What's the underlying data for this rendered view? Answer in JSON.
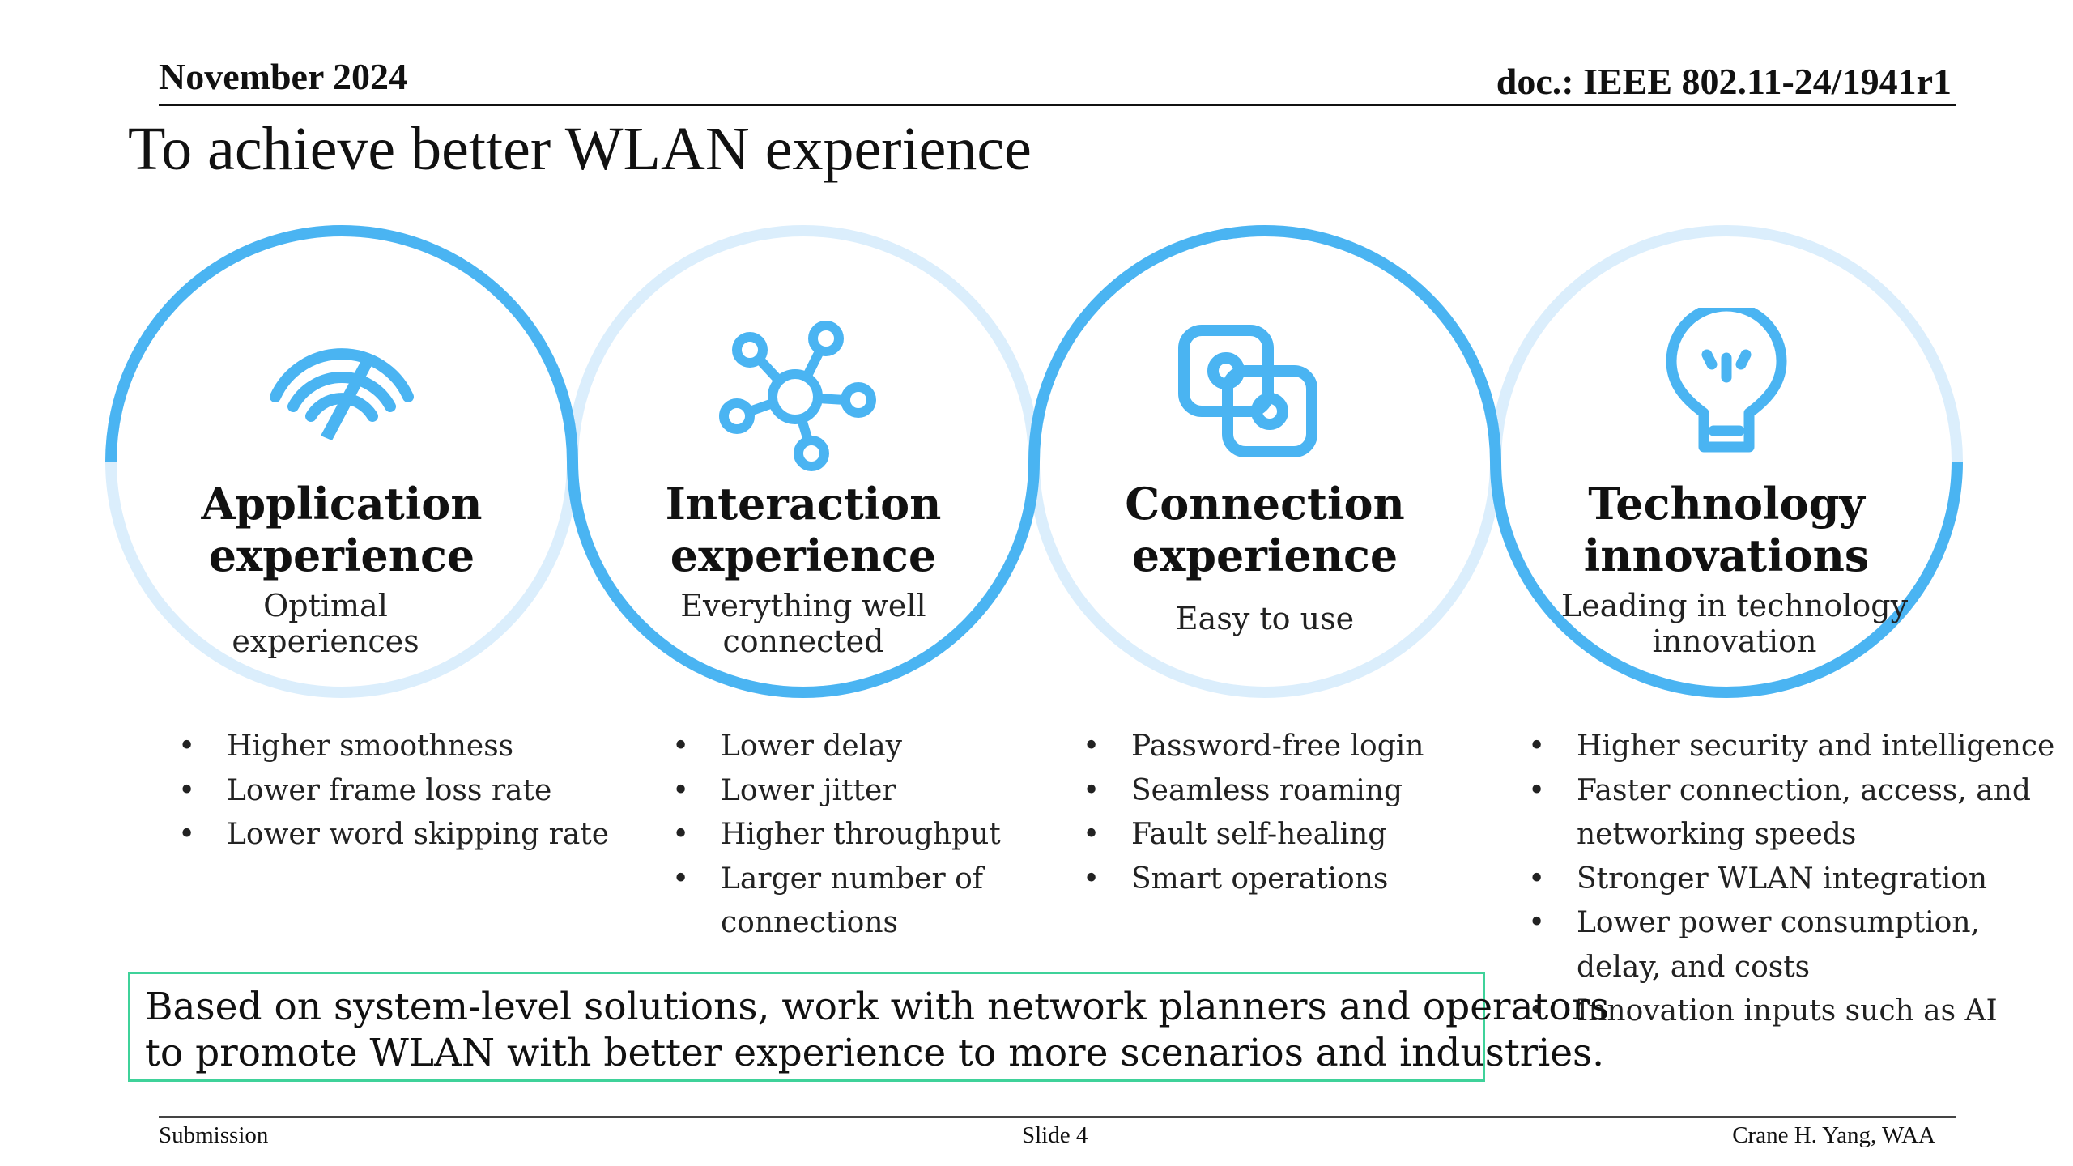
{
  "header": {
    "date": "November 2024",
    "doc": "doc.: IEEE 802.11-24/1941r1"
  },
  "title": "To achieve better WLAN experience",
  "colors": {
    "ring_dark": "#4ab4f2",
    "ring_light": "#dbeefc",
    "box_border": "#3fd29a"
  },
  "columns": [
    {
      "icon": "speedometer-icon",
      "heading": [
        "Application",
        "experience"
      ],
      "subtitle": [
        "Optimal",
        "experiences"
      ],
      "bullets": [
        "Higher smoothness",
        "Lower frame loss rate",
        "Lower word skipping rate"
      ]
    },
    {
      "icon": "network-hub-icon",
      "heading": [
        "Interaction",
        "experience"
      ],
      "subtitle": [
        "Everything well",
        "connected"
      ],
      "bullets": [
        "Lower delay",
        "Lower jitter",
        "Higher throughput",
        "Larger number of",
        "connections"
      ]
    },
    {
      "icon": "link-icon",
      "heading": [
        "Connection",
        "experience"
      ],
      "subtitle": [
        "Easy to use"
      ],
      "bullets": [
        "Password-free login",
        "Seamless roaming",
        "Fault self-healing",
        "Smart operations"
      ]
    },
    {
      "icon": "lightbulb-icon",
      "heading": [
        "Technology",
        "innovations"
      ],
      "subtitle": [
        "Leading in technology",
        "innovation"
      ],
      "bullets": [
        "Higher security and intelligence",
        "Faster connection, access, and",
        "networking speeds",
        "Stronger WLAN integration",
        "Lower power consumption,",
        "delay, and costs",
        "Innovation inputs such as AI"
      ]
    }
  ],
  "callout": [
    "Based on system-level solutions, work with network planners and operators",
    "to promote WLAN with better experience to more scenarios and industries."
  ],
  "footer": {
    "left": "Submission",
    "center": "Slide 4",
    "right": "Crane H. Yang, WAA"
  }
}
